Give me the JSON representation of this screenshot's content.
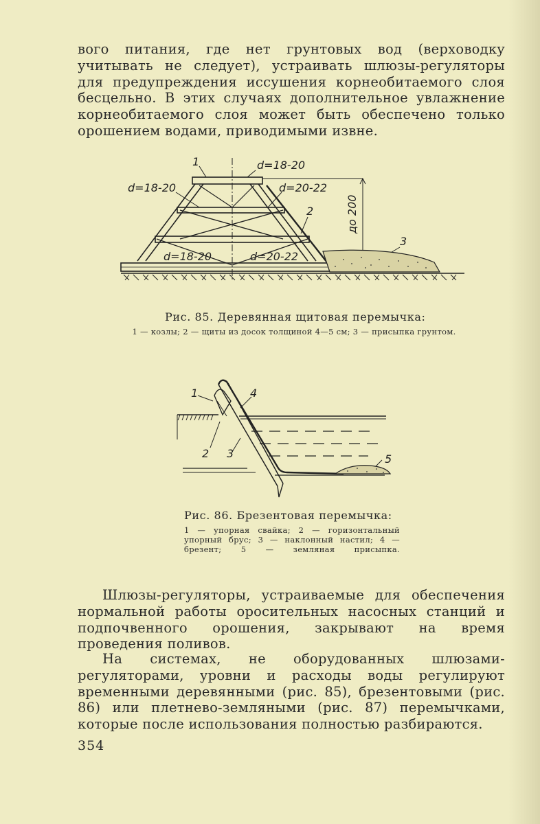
{
  "paragraphs": {
    "top": "вого питания, где нет грунтовых вод (верховодку учитывать не следует), устраивать шлюзы-регуляторы для предупреждения иссушения корнеобитаемого слоя бесцельно. В этих случаях дополнительное увлажнение корнеобитаемого слоя может быть обеспечено только орошением водами, приводимыми извне.",
    "bottom_1": "Шлюзы-регуляторы, устраиваемые для обеспечения нормальной работы оросительных насосных станций и подпочвенного орошения, закрывают на время проведения поливов.",
    "bottom_2": "На системах, не оборудованных шлюзами-регуляторами, уровни и расходы воды регулируют временными деревянными (рис. 85), брезентовыми (рис. 86) или плетнево-земляными (рис. 87) перемычками, которые после использования полностью разбираются."
  },
  "figure85": {
    "title": "Рис. 85. Деревянная щитовая перемычка:",
    "legend": "1 — козлы; 2 — щиты из досок толщиной 4—5 см; 3 — присыпка грунтом.",
    "labels": {
      "n1": "1",
      "n2": "2",
      "n3": "3",
      "d_top": "d=18-20",
      "d_left": "d=18-20",
      "d_right": "d=20-22",
      "d_bottom_left": "d=18-20",
      "d_bottom_right": "d=20-22",
      "height": "до 200"
    }
  },
  "figure86": {
    "title": "Рис. 86. Брезентовая перемычка:",
    "legend": "1 — упорная свайка; 2 — горизонтальный упорный брус; 3 — наклонный настил; 4 — брезент; 5 — земляная присыпка.",
    "labels": {
      "n1": "1",
      "n2": "2",
      "n3": "3",
      "n4": "4",
      "n5": "5"
    }
  },
  "page_number": "354"
}
